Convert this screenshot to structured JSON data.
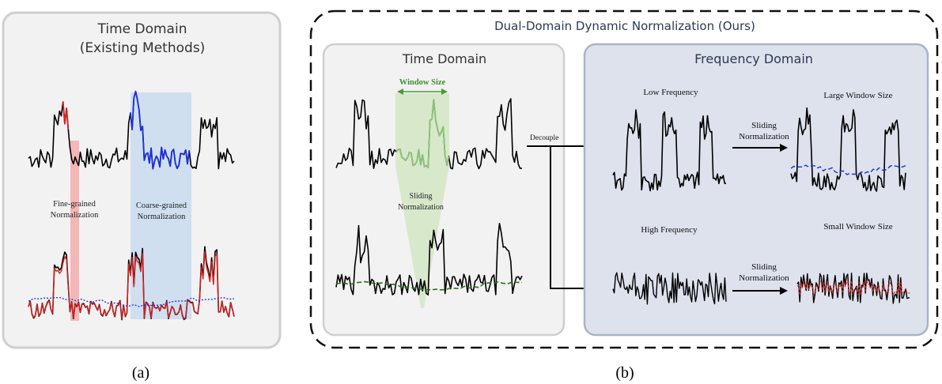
{
  "panel_a": {
    "title_line1": "Time Domain",
    "title_line2": "(Existing Methods)",
    "fine_label_line1": "Fine-grained",
    "fine_label_line2": "Normalization",
    "coarse_label_line1": "Coarse-grained",
    "coarse_label_line2": "Normalization",
    "caption": "(a)"
  },
  "panel_b": {
    "title": "Dual-Domain Dynamic Normalization (Ours)",
    "caption": "(b)",
    "time_domain": {
      "title": "Time Domain",
      "window_size_label": "Window Size",
      "sliding_line1": "Sliding",
      "sliding_line2": "Normalization"
    },
    "decouple_label": "Decouple",
    "frequency_domain": {
      "title": "Frequency Domain",
      "low_frequency": "Low Frequency",
      "high_frequency": "High Frequency",
      "large_window": "Large Window Size",
      "small_window": "Small Window Size",
      "sliding_line1": "Sliding",
      "sliding_line2": "Normalization"
    }
  },
  "colors": {
    "signal": "#000000",
    "fine_highlight": "#f4a6a6",
    "fine_signal": "#d62020",
    "coarse_highlight": "#c9dcf0",
    "coarse_signal": "#1f2fd6",
    "window_fill": "#cfe6bd",
    "window_signal": "#8cc47a",
    "window_text": "#3f8f2f",
    "trend_green": "#2c6e1e",
    "trend_blue": "#1f2fd6",
    "panel_gray": "#f2f2f2",
    "panel_blue": "#dde2ed"
  }
}
